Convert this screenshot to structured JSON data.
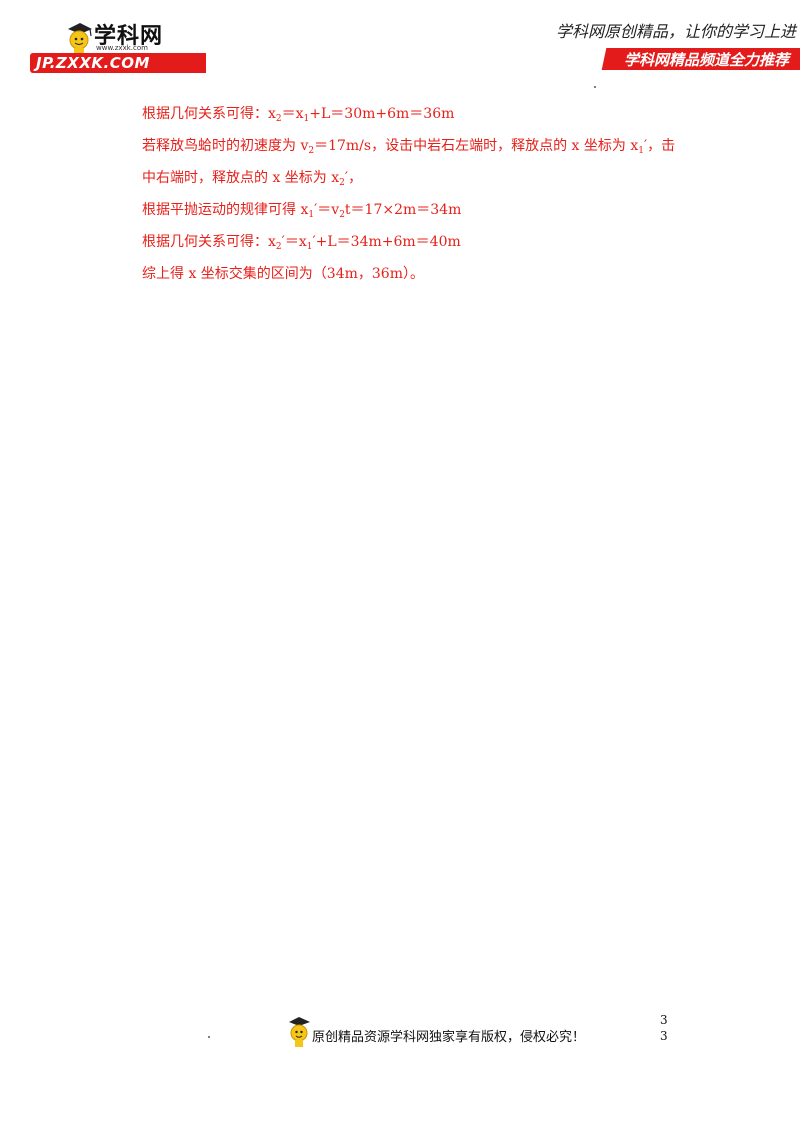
{
  "header": {
    "logo_name": "学科网",
    "logo_small_url": "www.zxxk.com",
    "logo_url": "JP.ZXXK.COM",
    "slogan": "学科网原创精品，让你的学习上进",
    "banner": "学科网精品频道全力推荐"
  },
  "body": {
    "lines": [
      [
        "根据几何关系可得：x",
        "2",
        "＝x",
        "1",
        "+L＝30m+6m＝36m"
      ],
      [
        "若释放鸟蛤时的初速度为 v",
        "2",
        "＝17m/s，设击中岩石左端时，释放点的 x 坐标为 x",
        "1",
        "′，击"
      ],
      [
        "中右端时，释放点的 x 坐标为 x",
        "2",
        "′，"
      ],
      [
        "根据平抛运动的规律可得 x",
        "1",
        "′＝v",
        "2",
        "t＝17×2m＝34m"
      ],
      [
        "根据几何关系可得：x",
        "2",
        "′＝x",
        "1",
        "′+L＝34m+6m＝40m"
      ],
      [
        "综上得 x 坐标交集的区间为（34m，36m）。"
      ]
    ]
  },
  "footer": {
    "text": "原创精品资源学科网独家享有版权，侵权必究！",
    "page_top": "3",
    "page_bottom": "3"
  }
}
